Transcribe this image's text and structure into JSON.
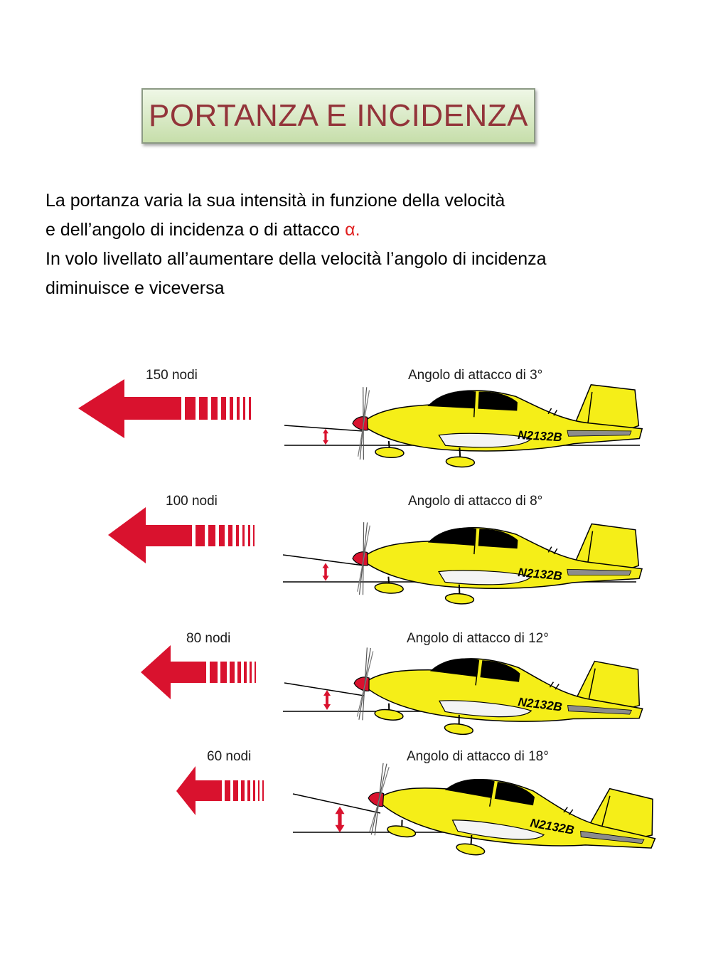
{
  "title": "PORTANZA E INCIDENZA",
  "paragraph": {
    "line1": "La portanza varia la sua intensità in funzione della velocità",
    "line2": "e dell’angolo di incidenza o di attacco ",
    "alpha": "α.",
    "line3": "In volo livellato all’aumentare della velocità l’angolo di incidenza",
    "line4": "diminuisce e viceversa"
  },
  "colors": {
    "title_text": "#93343a",
    "alpha": "#e02020",
    "arrow": "#d9122e",
    "plane": "#f5ee18",
    "title_bg": "#d8eac0"
  },
  "cases": [
    {
      "speed_label": "150 nodi",
      "angle_label": "Angolo di attacco di 3°",
      "angle_deg": 3,
      "registration": "N2132B"
    },
    {
      "speed_label": "100 nodi",
      "angle_label": "Angolo di attacco di 8°",
      "angle_deg": 8,
      "registration": "N2132B"
    },
    {
      "speed_label": "80 nodi",
      "angle_label": "Angolo di attacco di 12°",
      "angle_deg": 12,
      "registration": "N2132B"
    },
    {
      "speed_label": "60 nodi",
      "angle_label": "Angolo di attacco di 18°",
      "angle_deg": 18,
      "registration": "N2132B"
    }
  ]
}
